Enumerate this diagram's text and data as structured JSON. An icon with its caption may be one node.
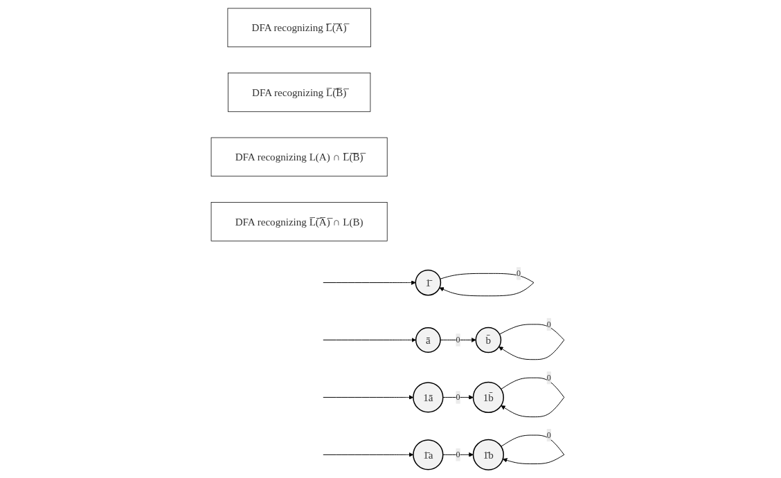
{
  "diagram": {
    "nodes": [
      {
        "text": [
          "DFA recognizing L̅(̅A̅)̅"
        ]
      },
      {
        "text": [
          "DFA recognizing L̅(̅B̅)̅"
        ]
      },
      {
        "text": [
          "1̄"
        ]
      },
      {
        "text": [
          "ā"
        ]
      },
      {
        "text": [
          "b̄"
        ]
      },
      {
        "text": [
          "DFA recognizing L(A) ∩ L̅(̅B̅)̅"
        ]
      },
      {
        "text": [
          "DFA recognizing L̅(̅A̅)̅ ∩ L(B)"
        ]
      },
      {
        "text": [
          "1ā"
        ]
      },
      {
        "text": [
          "1b̄"
        ]
      },
      {
        "text": [
          "1̄a"
        ]
      },
      {
        "text": [
          "1̄b"
        ]
      }
    ],
    "edges": [
      {
        "from": null,
        "to": 2,
        "arrow": "to"
      },
      {
        "from": 2,
        "to": 2,
        "arrow": "to",
        "label": "0"
      },
      {
        "from": null,
        "to": 3,
        "arrow": "to"
      },
      {
        "from": 3,
        "to": 4,
        "arrow": "to",
        "label": "0"
      },
      {
        "from": 4,
        "to": 4,
        "arrow": "to",
        "label": "0"
      },
      {
        "from": null,
        "to": 7,
        "arrow": "to"
      },
      {
        "from": 7,
        "to": 8,
        "arrow": "to",
        "label": "0"
      },
      {
        "from": 8,
        "to": 8,
        "arrow": "to",
        "label": "0"
      },
      {
        "from": null,
        "to": 9,
        "arrow": "to"
      },
      {
        "from": 9,
        "to": 10,
        "arrow": "to",
        "label": "0"
      },
      {
        "from": 10,
        "to": 10,
        "arrow": "to",
        "label": "0"
      }
    ]
  }
}
